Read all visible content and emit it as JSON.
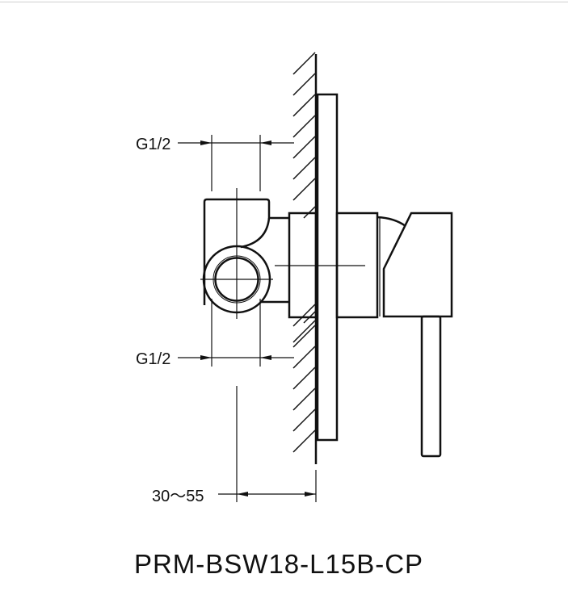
{
  "drawing": {
    "model_code": "PRM-BSW18-L15B-CP",
    "dimensions": {
      "top_connection": "G1/2",
      "bottom_connection": "G1/2",
      "wall_depth_range": "30～55"
    },
    "line_color": "#111111"
  }
}
